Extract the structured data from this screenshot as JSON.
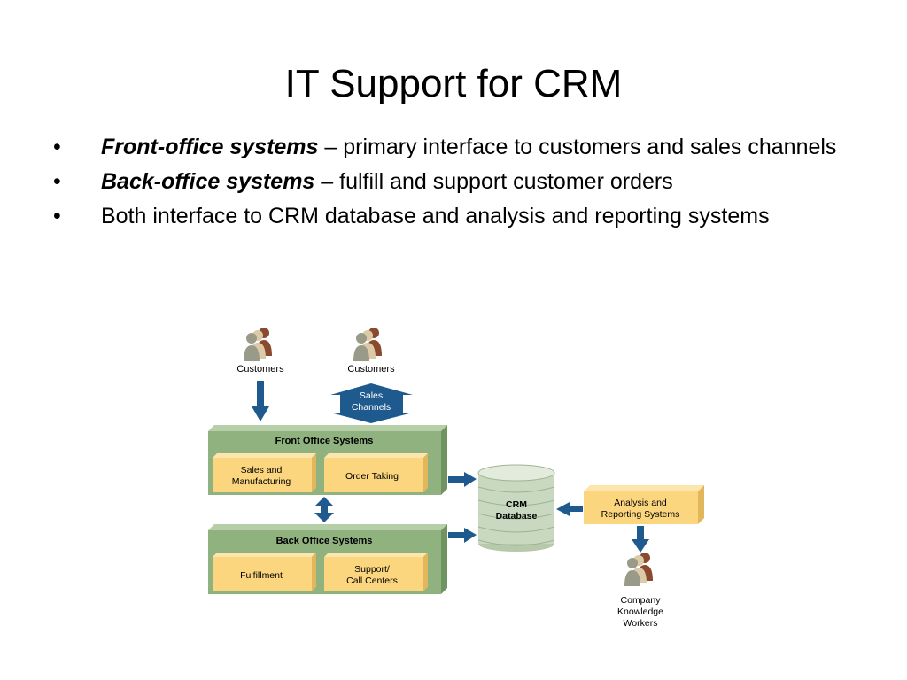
{
  "slide": {
    "title": "IT Support for CRM",
    "bullets": [
      {
        "term": "Front-office systems",
        "text": " – primary interface to customers and sales channels"
      },
      {
        "term": "Back-office systems",
        "text": " – fulfill and support customer orders"
      },
      {
        "term": "",
        "text": "Both interface to CRM database and analysis and reporting systems"
      }
    ]
  },
  "diagram": {
    "customers_left": "Customers",
    "customers_right": "Customers",
    "sales_channels": [
      "Sales",
      "Channels"
    ],
    "front_office": {
      "title": "Front Office Systems",
      "box1": [
        "Sales and",
        "Manufacturing"
      ],
      "box2": [
        "Order Taking"
      ]
    },
    "back_office": {
      "title": "Back Office Systems",
      "box1": [
        "Fulfillment"
      ],
      "box2": [
        "Support/",
        "Call Centers"
      ]
    },
    "crm_database": [
      "CRM",
      "Database"
    ],
    "analysis": [
      "Analysis and",
      "Reporting Systems"
    ],
    "knowledge_workers": [
      "Company",
      "Knowledge",
      "Workers"
    ],
    "colors": {
      "panel_green": "#8fb27f",
      "panel_green_dark": "#6f9461",
      "box_yellow": "#fbd67e",
      "arrow_blue": "#1f5a8f",
      "db_green": "#c9d8c0"
    }
  }
}
